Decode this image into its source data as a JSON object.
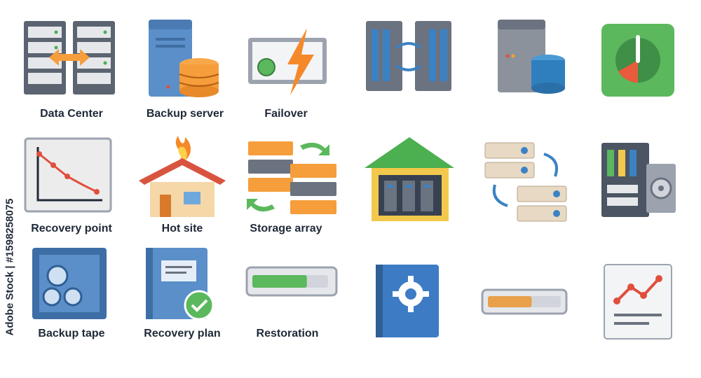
{
  "labels": {
    "data_center": "Data Center",
    "backup_server": "Backup server",
    "failover": "Failover",
    "recovery_point": "Recovery point",
    "hot_site": "Hot site",
    "storage_array": "Storage array",
    "backup_tape": "Backup tape",
    "recovery_plan": "Recovery plan",
    "restoration": "Restoration"
  },
  "watermark": "Adobe Stock | #1598258075",
  "progress": {
    "restoration": 0.72,
    "generic_bar": 0.6
  },
  "gauge_level": 0.25,
  "colors": {
    "server_gray": "#6b7280",
    "accent_orange": "#f59e3b",
    "accent_blue": "#3b82c4",
    "accent_green": "#5bb85d",
    "accent_red": "#e04f3c",
    "text": "#1f2937"
  }
}
